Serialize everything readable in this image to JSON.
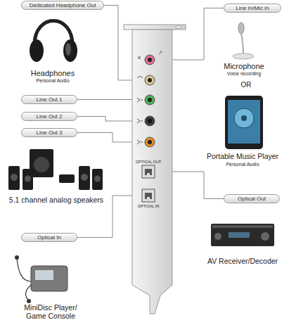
{
  "diagram": {
    "nodes": [
      {
        "text": [
          "Dedicated Headphone Out"
        ]
      },
      {
        "text": [
          "Line In/Mic In"
        ]
      },
      {
        "text": [
          "Line Out 1"
        ]
      },
      {
        "text": [
          "Line Out 2"
        ]
      },
      {
        "text": [
          "Line Out 3"
        ]
      },
      {
        "text": [
          "Optical Out"
        ]
      },
      {
        "text": [
          "Optical In"
        ]
      }
    ],
    "labels": [
      "Headphones",
      "Personal Audio",
      "Microphone",
      "Voice recording",
      "OR",
      "Portable Music Player",
      "Personal Audio",
      "OPTICAL OUT",
      "OPTICAL IN",
      "5.1 channel analog speakers",
      "AV Receiver/Decoder",
      "MiniDisc Player/ Game Console"
    ]
  }
}
